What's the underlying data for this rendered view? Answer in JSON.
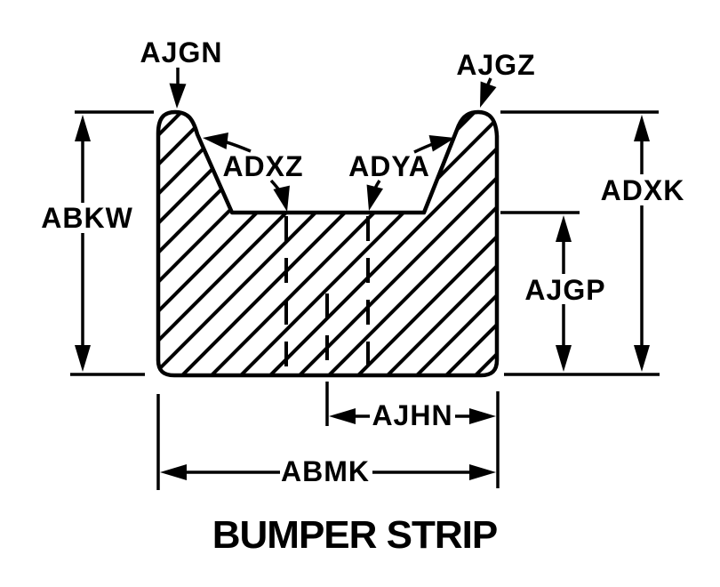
{
  "title": "BUMPER STRIP",
  "colors": {
    "ink": "#000000",
    "paper": "#ffffff"
  },
  "drawing": {
    "kind": "technical cross-section drawing",
    "part": "bumper strip profile",
    "hatching": "diagonal section hatching",
    "hidden_lines": 2,
    "centerline": 1
  },
  "callouts": {
    "ajgn": {
      "label": "AJGN",
      "type": "leader",
      "target": "left-rib-crown"
    },
    "ajgz": {
      "label": "AJGZ",
      "type": "leader",
      "target": "right-rib-crown"
    },
    "adxz": {
      "label": "ADXZ",
      "type": "leader",
      "target": "left-rib-slope-and-groove-floor"
    },
    "adya": {
      "label": "ADYA",
      "type": "leader",
      "target": "right-rib-slope-and-groove-floor"
    },
    "abkw": {
      "label": "ABKW",
      "type": "vertical-dimension",
      "measures": "overall-height-left"
    },
    "adxk": {
      "label": "ADXK",
      "type": "vertical-dimension",
      "measures": "overall-height-right"
    },
    "ajgp": {
      "label": "AJGP",
      "type": "vertical-dimension",
      "measures": "base-thickness"
    },
    "ajhn": {
      "label": "AJHN",
      "type": "horizontal-dimension",
      "measures": "centerline-to-right-edge"
    },
    "abmk": {
      "label": "ABMK",
      "type": "horizontal-dimension",
      "measures": "overall-width"
    }
  }
}
